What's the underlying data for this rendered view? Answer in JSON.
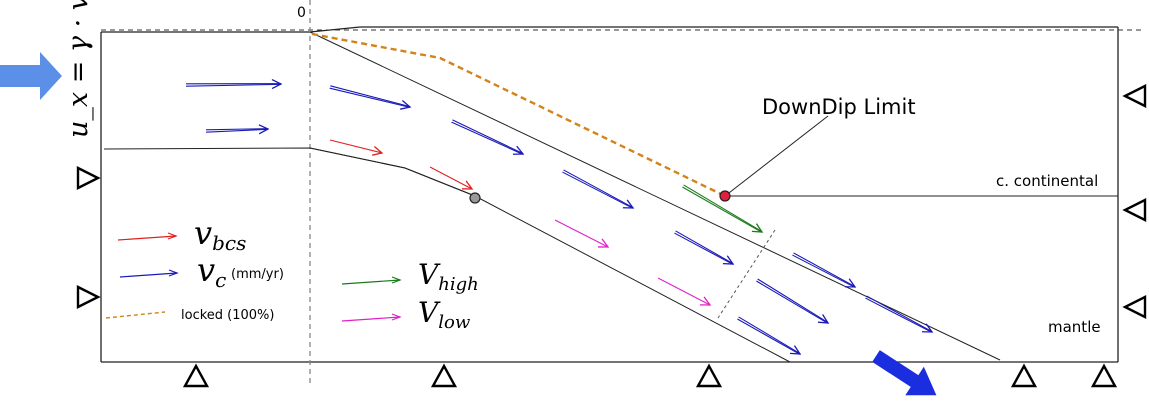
{
  "zero_label": "0",
  "boundary_label": "u_x = γ · v_c",
  "downdip_label": "DownDip Limit",
  "continental_label": "c. continental",
  "mantle_label": "mantle",
  "legend": {
    "vbcs": {
      "symbol": "v",
      "subscript": "bcs",
      "note": ""
    },
    "vc": {
      "symbol": "v",
      "subscript": "c",
      "note": "(mm/yr)"
    },
    "locked": {
      "text": "locked (100%)"
    },
    "vhigh": {
      "symbol": "V",
      "subscript": "high"
    },
    "vlow": {
      "symbol": "V",
      "subscript": "low"
    }
  },
  "colors": {
    "blue": "#1a1ab8",
    "red": "#e02020",
    "green": "#1a7a1a",
    "magenta": "#e020c8",
    "orange": "#d4821a",
    "inflow": "#5b8fe8",
    "outflow": "#1a2ee0",
    "point_red": "#e02040",
    "point_gray": "#999999"
  }
}
